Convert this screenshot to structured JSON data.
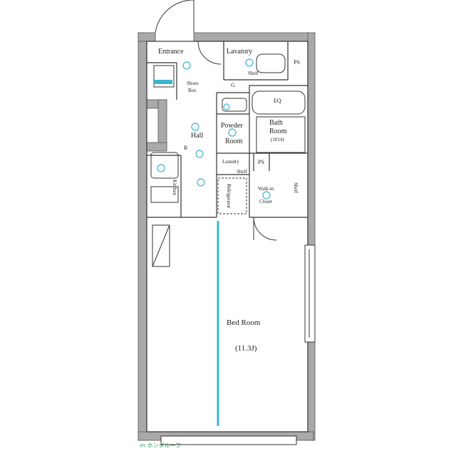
{
  "rooms": {
    "entrance": "Entrance",
    "lavatory": "Lavatory",
    "shelf_lavatory": "Shelf",
    "shoes_box_1": "Shoes",
    "shoes_box_2": "Box",
    "hall": "Hall",
    "powder_room_1": "Powder",
    "powder_room_2": "Room",
    "bath_room_1": "Bath",
    "bath_room_2": "Room",
    "bath_size": "(1014)",
    "laundry": "Laundry",
    "shelf_laundry": "Shelf",
    "kitchen": "Kitchen",
    "walk_in_1": "Walk-in",
    "walk_in_2": "Closet",
    "shelf_closet": "Shelf",
    "bed_room": "Bed Room",
    "bed_size": "(11.3J)",
    "refrigerator": "Refrigerator"
  },
  "marks": {
    "ps": "PS",
    "ps_2": "PS",
    "g": "G",
    "r": "R",
    "eq": "EQ"
  },
  "watermark": "ｍ ホンダルーフ",
  "colors": {
    "wall": "#a9a9a9",
    "line": "#333333",
    "accent": "#3db4cf"
  }
}
